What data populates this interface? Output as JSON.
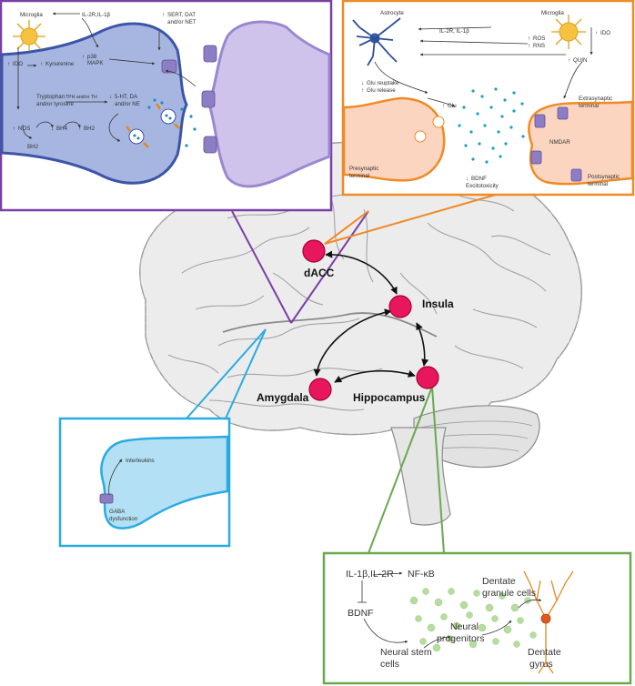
{
  "regions": {
    "dacc": "dACC",
    "insula": "Insula",
    "amygdala": "Amygdala",
    "hippocampus": "Hippocampus",
    "node_color": "#e8175d"
  },
  "purple_panel": {
    "border_color": "#7a3fa5",
    "microglia": "Microglia",
    "il": "IL-2R,IL-1β",
    "ido": "IDO",
    "kynurenine": "Kynurenine",
    "p38": "p38",
    "mapk": "MAPK",
    "sert_1": "SERT, DAT",
    "sert_2": "and/or NET",
    "tryptophan_1": "Tryptophan",
    "tryptophan_2": "and/or tyrosine",
    "tph": "TPH and/or TH",
    "ht_1": "5-HT, DA",
    "ht_2": "and/or NE",
    "nos": "NOS",
    "bh4": "BH4",
    "bh2a": "BH2",
    "bh2b": "BH2"
  },
  "orange_panel": {
    "border_color": "#f08a24",
    "astrocyte": "Astrocyte",
    "il": "IL-2R, IL-1β",
    "microglia": "Microglia",
    "ros": "ROS",
    "rns": "RNS",
    "ido": "IDO",
    "quin": "QUIN",
    "glu_reuptake": "Glu reuptake",
    "glu_release": "Glu release",
    "glu": "Glu",
    "extrasynaptic_1": "Extrasynaptic",
    "extrasynaptic_2": "terminal",
    "nmdar": "NMDAR",
    "presynaptic_1": "Presynaptic",
    "presynaptic_2": "terminal",
    "bdnf": "BDNF",
    "excitotoxicity": "Excitotoxicity",
    "postsynaptic_1": "Postsynaptic",
    "postsynaptic_2": "terminal"
  },
  "blue_panel": {
    "border_color": "#29abe2",
    "interleukins": "Interleukins",
    "gaba_1": "GABA",
    "gaba_2": "dysfunction"
  },
  "green_panel": {
    "border_color": "#6aa84f",
    "il": "IL-1β,IL-2R",
    "nfkb": "NF-κB",
    "bdnf": "BDNF",
    "dentate_granule_1": "Dentate",
    "dentate_granule_2": "granule cells",
    "neural_progenitors_1": "Neural",
    "neural_progenitors_2": "progenitors",
    "neural_stem_1": "Neural stem",
    "neural_stem_2": "cells",
    "dentate_gyrus_1": "Dentate",
    "dentate_gyrus_2": "gyrus"
  }
}
